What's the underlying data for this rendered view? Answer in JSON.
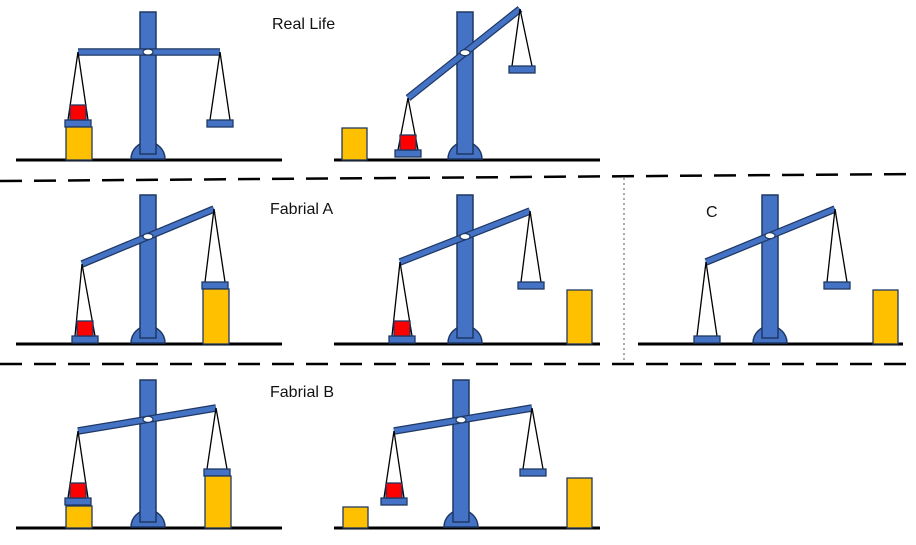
{
  "labels": {
    "real_life": "Real Life",
    "fabrial_a": "Fabrial A",
    "fabrial_b": "Fabrial B",
    "c": "C"
  },
  "colors": {
    "blue": "#4472C4",
    "outline": "#1F3864",
    "red": "#FF0000",
    "gold": "#FFC000",
    "line": "#000000"
  }
}
